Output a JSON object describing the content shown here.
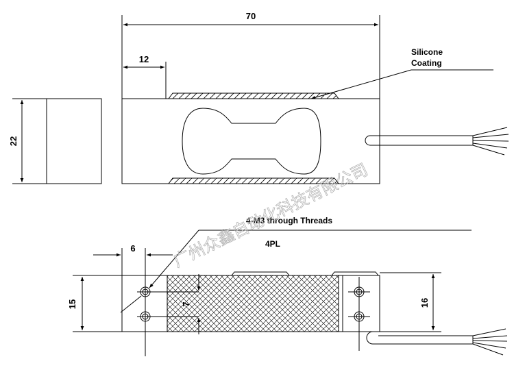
{
  "colors": {
    "line": "#000000",
    "watermark": "#b4b4b4",
    "background": "#ffffff"
  },
  "top_view": {
    "length_dim": "70",
    "offset_dim": "12",
    "coating_label_line1": "Silicone",
    "coating_label_line2": "Coating"
  },
  "side_view": {
    "height_dim": "22"
  },
  "bottom_view": {
    "thread_label": "4-M3 through Threads",
    "quantity_label": "4PL",
    "hole_offset_dim": "6",
    "hole_spacing_dim": "7",
    "width_dim": "15",
    "mount_width_dim": "16"
  },
  "watermark": "广州众鑫自动化科技有限公司"
}
